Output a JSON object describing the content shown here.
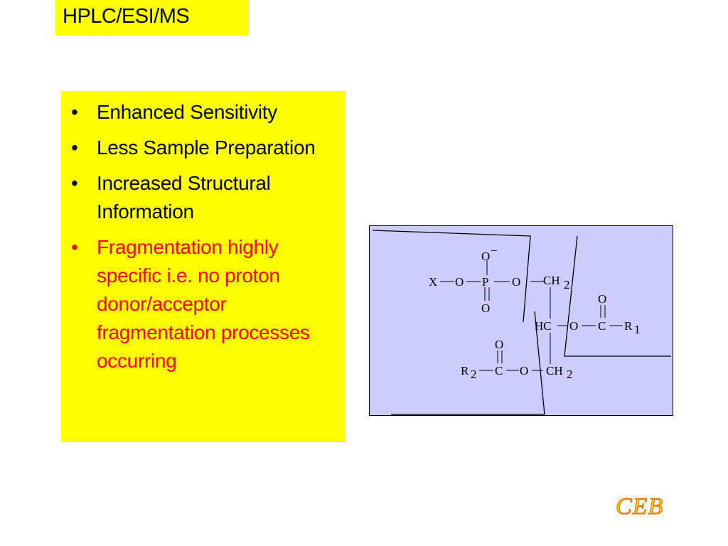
{
  "title": "HPLC/ESI/MS",
  "bullet_symbol": "•",
  "bullets": [
    {
      "text": "Enhanced Sensitivity",
      "color": "#000000"
    },
    {
      "text": "Less Sample Preparation",
      "color": "#000000"
    },
    {
      "text": "Increased Structural Information",
      "color": "#000000"
    },
    {
      "text": "Fragmentation highly specific i.e. no proton donor/acceptor fragmentation processes occurring",
      "color": "#ff0000"
    }
  ],
  "diagram": {
    "atoms": {
      "o_minus": "O",
      "minus": "−",
      "x": "X",
      "o1": "O",
      "p": "P",
      "o2": "O",
      "ch2_top": "CH",
      "ch2_top_sub": "2",
      "o_double_p": "O",
      "o_carbonyl_r1": "O",
      "hc": "HC",
      "o3": "O",
      "c1": "C",
      "r1": "R",
      "r1_sub": "1",
      "o_carbonyl_r2": "O",
      "r2": "R",
      "r2_sub": "2",
      "c2": "C",
      "o4": "O",
      "ch2_bottom": "CH",
      "ch2_bottom_sub": "2"
    }
  },
  "colors": {
    "highlight": "#ffff00",
    "diagram_bg": "#ccccff",
    "emphasis": "#ff0000",
    "logo_fill": "#ffd700"
  },
  "logo": "CEB"
}
